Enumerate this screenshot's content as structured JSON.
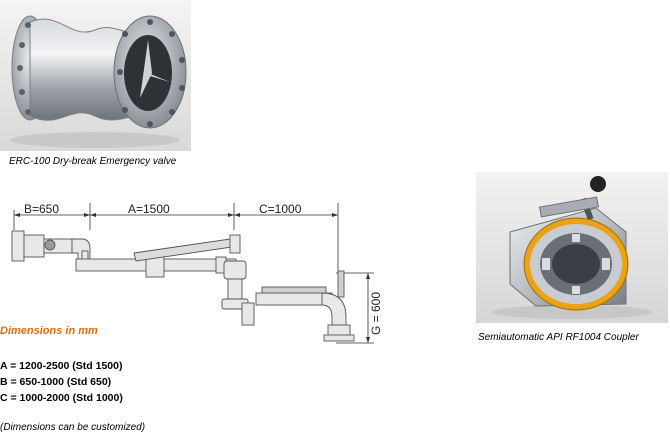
{
  "valve": {
    "caption": "ERC-100 Dry-break Emergency valve"
  },
  "arm_drawing": {
    "label_b": "B=650",
    "label_a": "A=1500",
    "label_c": "C=1000",
    "label_g": "G = 600"
  },
  "coupler": {
    "caption": "Semiautomatic  API RF1004  Coupler"
  },
  "dimensions": {
    "heading": "Dimensions in mm",
    "lines": [
      "A = 1200-2500 (Std 1500)",
      "B = 650-1000 (Std 650)",
      "C = 1000-2000 (Std 1000)"
    ],
    "note": "(Dimensions can be customized)"
  },
  "colors": {
    "heading": "#e36c0a",
    "coupler_ring": "#e8a317",
    "steel": "#9aa0a6"
  }
}
